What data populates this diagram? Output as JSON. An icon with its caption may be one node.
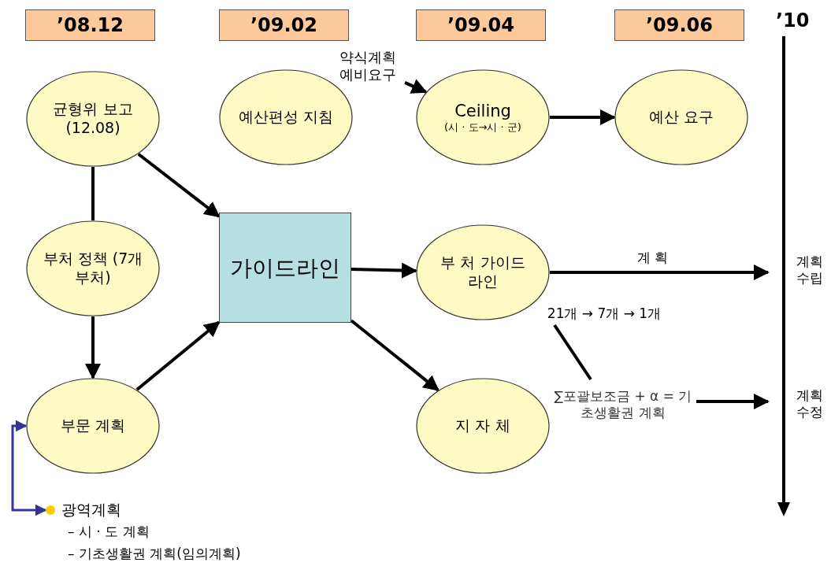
{
  "diagram": {
    "nodes": [
      {
        "text": [
          "’08.12"
        ]
      },
      {
        "text": [
          "’09.02"
        ]
      },
      {
        "text": [
          "’09.04"
        ]
      },
      {
        "text": [
          "’09.06"
        ]
      },
      {
        "text": [
          "균형위 보고 (12.08)"
        ]
      },
      {
        "text": [
          "예산편성 지침"
        ]
      },
      {
        "text": [
          "Ceiling",
          "(시 · 도→시 · 군)"
        ]
      },
      {
        "text": [
          "예산 요구"
        ]
      },
      {
        "text": [
          "부처 정책 (7개 부처)"
        ]
      },
      {
        "text": [
          "가이드라인"
        ]
      },
      {
        "text": [
          "부 처 가이드라인"
        ]
      },
      {
        "text": [
          "부문 계획"
        ]
      },
      {
        "text": [
          "지 자 체"
        ]
      },
      {
        "text": [
          "약식계획 예비요구"
        ]
      },
      {
        "text": [
          "21개 → 7개 → 1개"
        ]
      },
      {
        "text": [
          "∑포괄보조금 + α = 기초생활권 계획"
        ]
      },
      {
        "text": [
          "계획 수립"
        ]
      },
      {
        "text": [
          "계획 수정"
        ]
      },
      {
        "text": [
          "광역계획"
        ]
      }
    ],
    "edges": [
      {
        "from": 4,
        "to": 8,
        "arrow": "none"
      },
      {
        "from": 8,
        "to": 11,
        "arrow": "to"
      },
      {
        "from": 4,
        "to": 9,
        "arrow": "to"
      },
      {
        "from": 11,
        "to": 9,
        "arrow": "to"
      },
      {
        "from": 13,
        "to": 6,
        "arrow": "to"
      },
      {
        "from": 6,
        "to": 7,
        "arrow": "to"
      },
      {
        "from": 9,
        "to": 10,
        "arrow": "to"
      },
      {
        "from": 9,
        "to": 12,
        "arrow": "to"
      },
      {
        "from": 10,
        "to": 16,
        "arrow": "to",
        "label": "계 획"
      },
      {
        "from": 14,
        "to": 15,
        "arrow": "none"
      },
      {
        "from": 15,
        "to": 17,
        "arrow": "to"
      },
      {
        "from": 11,
        "to": 18,
        "arrow": "both",
        "color": "#333399"
      }
    ],
    "labels": [
      "’10",
      "– 시 · 도 계획",
      "– 기초생활권 계획(임의계획)"
    ]
  }
}
